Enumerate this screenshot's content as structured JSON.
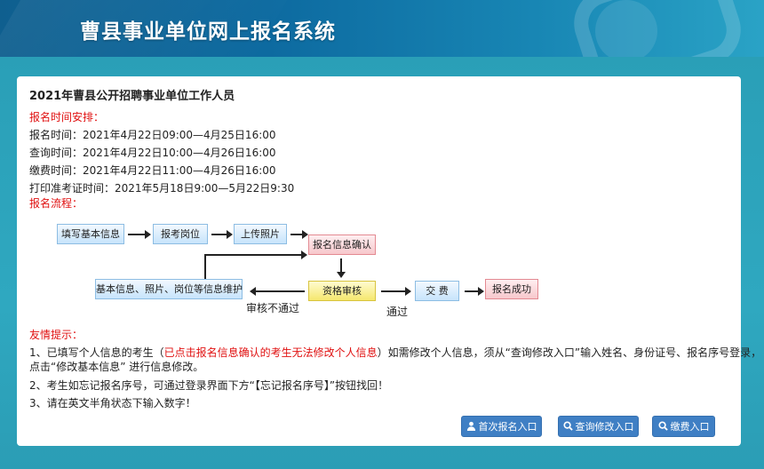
{
  "header": {
    "title": "曹县事业单位网上报名系统"
  },
  "notice": {
    "title": "2021年曹县公开招聘事业单位工作人员",
    "schedule_heading": "报名时间安排：",
    "schedule": [
      " 报名时间：2021年4月22日09:00—4月25日16:00",
      " 查询时间：2021年4月22日10:00—4月26日16:00",
      " 缴费时间：2021年4月22日11:00—4月26日16:00",
      " 打印准考证时间：2021年5月18日9:00—5月22日9:30"
    ],
    "flow_heading": "报名流程："
  },
  "flow": {
    "fill_info": "填写基本信息",
    "apply_post": "报考岗位",
    "upload_photo": "上传照片",
    "confirm_info": "报名信息确认",
    "maintain_info": "基本信息、照片、岗位等信息维护",
    "qualification_review": "资格审核",
    "payment": "交  费",
    "success": "报名成功",
    "not_passed": "审核不通过",
    "passed": "通过"
  },
  "tips": {
    "heading": "友情提示：",
    "tip1_prefix": "1、已填写个人信息的考生（",
    "tip1_red": "已点击报名信息确认的考生无法修改个人信息",
    "tip1_suffix": "）如需修改个人信息，须从“查询修改入口”输入姓名、身份证号、报名序号登录，",
    "tip1_line2": "点击“修改基本信息” 进行信息修改。",
    "tip2": "2、考生如忘记报名序号，可通过登录界面下方“【忘记报名序号】”按钮找回！",
    "tip3": "3、请在英文半角状态下输入数字！"
  },
  "buttons": {
    "first_apply": "首次报名入口",
    "query_modify": "查询修改入口",
    "payment": "缴费入口"
  },
  "colors": {
    "header_bg": "#0d6aa0",
    "band_bg": "#2aa0b8",
    "red_text": "#e01010",
    "button_bg": "#3f7fc4"
  }
}
